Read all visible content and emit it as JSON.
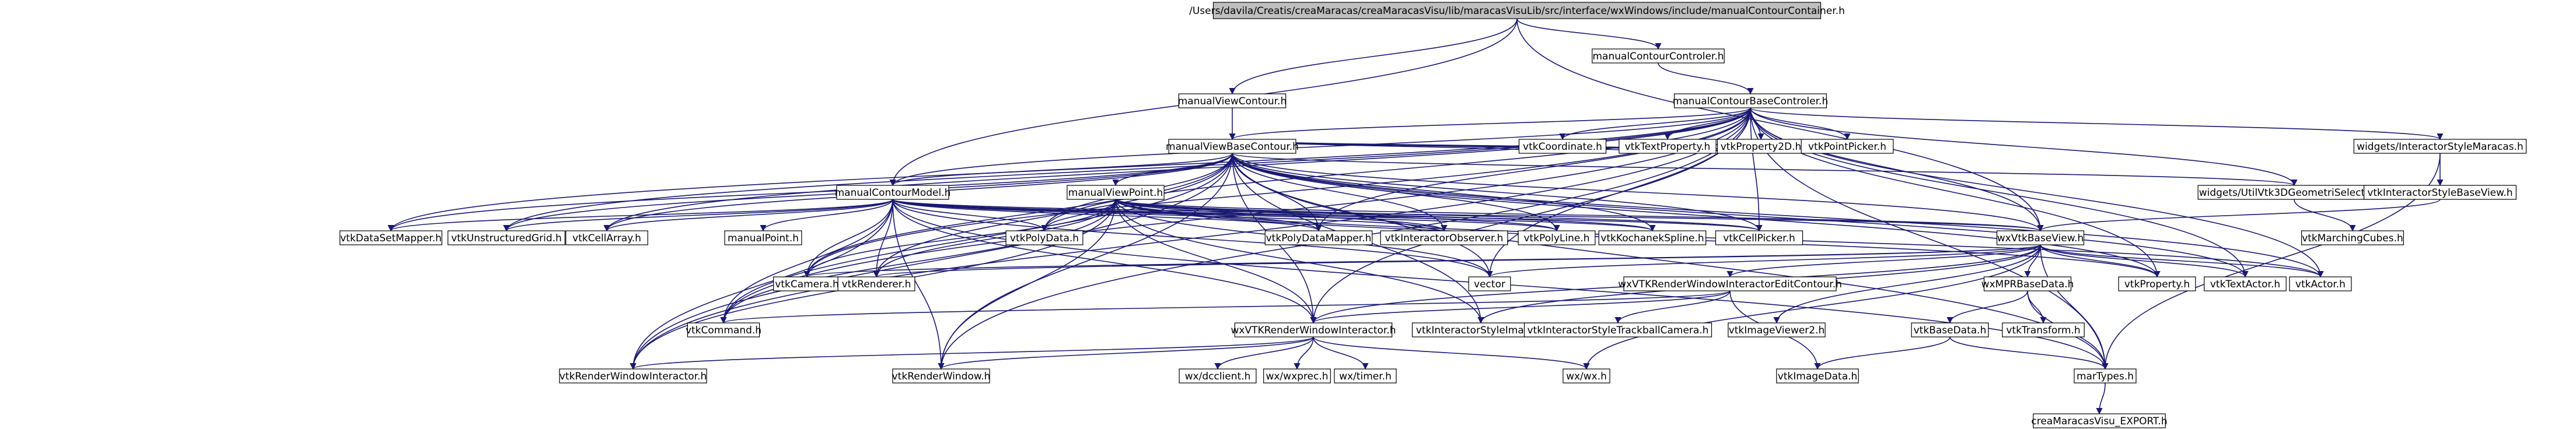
{
  "graph": {
    "nodes": [
      {
        "id": "root",
        "label": "/Users/davila/Creatis/creaMaracas/creaMaracasVisu/lib/maracasVisuLib/src/interface/wxWindows/include/manualContourContainer.h",
        "kind": "root"
      },
      {
        "id": "mvc",
        "label": "manualViewContour.h",
        "kind": "linked"
      },
      {
        "id": "mcc",
        "label": "manualContourControler.h",
        "kind": "linked"
      },
      {
        "id": "mcbc",
        "label": "manualContourBaseControler.h",
        "kind": "linked"
      },
      {
        "id": "mvbc",
        "label": "manualViewBaseContour.h",
        "kind": "linked"
      },
      {
        "id": "wism",
        "label": "widgets/InteractorStyleMaracas.h",
        "kind": "linked"
      },
      {
        "id": "mcm",
        "label": "manualContourModel.h",
        "kind": "linked"
      },
      {
        "id": "mvp",
        "label": "manualViewPoint.h",
        "kind": "linked"
      },
      {
        "id": "wutil",
        "label": "widgets/UtilVtk3DGeometriSelection.h",
        "kind": "linked"
      },
      {
        "id": "visb",
        "label": "vtkInteractorStyleBaseView.h",
        "kind": "linked"
      },
      {
        "id": "wxvbv",
        "label": "wxVtkBaseView.h",
        "kind": "linked"
      },
      {
        "id": "wxrwiec",
        "label": "wxVTKRenderWindowInteractorEditContour.h",
        "kind": "linked"
      },
      {
        "id": "wxmpr",
        "label": "wxMPRBaseData.h",
        "kind": "linked"
      },
      {
        "id": "wxrwi",
        "label": "wxVTKRenderWindowInteractor.h",
        "kind": "linked"
      },
      {
        "id": "vtkbase",
        "label": "vtkBaseData.h",
        "kind": "missing"
      },
      {
        "id": "martypes",
        "label": "marTypes.h",
        "kind": "linked"
      },
      {
        "id": "export",
        "label": "creaMaracasVisu_EXPORT.h",
        "kind": "linked"
      },
      {
        "id": "mpoint",
        "label": "manualPoint.h",
        "kind": "linked"
      },
      {
        "id": "vtkcoord",
        "label": "vtkCoordinate.h",
        "kind": "external"
      },
      {
        "id": "vtktextprop",
        "label": "vtkTextProperty.h",
        "kind": "external"
      },
      {
        "id": "vtkprop2d",
        "label": "vtkProperty2D.h",
        "kind": "external"
      },
      {
        "id": "vtkpointpicker",
        "label": "vtkPointPicker.h",
        "kind": "external"
      },
      {
        "id": "vtkdsm",
        "label": "vtkDataSetMapper.h",
        "kind": "external"
      },
      {
        "id": "vtkug",
        "label": "vtkUnstructuredGrid.h",
        "kind": "external"
      },
      {
        "id": "vtkcellarray",
        "label": "vtkCellArray.h",
        "kind": "external"
      },
      {
        "id": "vtkpolydata",
        "label": "vtkPolyData.h",
        "kind": "external"
      },
      {
        "id": "vtkpdm",
        "label": "vtkPolyDataMapper.h",
        "kind": "external"
      },
      {
        "id": "vtkio",
        "label": "vtkInteractorObserver.h",
        "kind": "external"
      },
      {
        "id": "vtkpolyline",
        "label": "vtkPolyLine.h",
        "kind": "external"
      },
      {
        "id": "vtkks",
        "label": "vtkKochanekSpline.h",
        "kind": "external"
      },
      {
        "id": "vtkcellpicker",
        "label": "vtkCellPicker.h",
        "kind": "external"
      },
      {
        "id": "vtkmc",
        "label": "vtkMarchingCubes.h",
        "kind": "external"
      },
      {
        "id": "vtkcamera",
        "label": "vtkCamera.h",
        "kind": "external"
      },
      {
        "id": "vtkrenderer",
        "label": "vtkRenderer.h",
        "kind": "external"
      },
      {
        "id": "vector",
        "label": "vector",
        "kind": "external"
      },
      {
        "id": "vtkprop",
        "label": "vtkProperty.h",
        "kind": "external"
      },
      {
        "id": "vtktextactor",
        "label": "vtkTextActor.h",
        "kind": "external"
      },
      {
        "id": "vtkactor",
        "label": "vtkActor.h",
        "kind": "external"
      },
      {
        "id": "vtkcommand",
        "label": "vtkCommand.h",
        "kind": "external"
      },
      {
        "id": "vtkisi",
        "label": "vtkInteractorStyleImage.h",
        "kind": "external"
      },
      {
        "id": "vtkistc",
        "label": "vtkInteractorStyleTrackballCamera.h",
        "kind": "external"
      },
      {
        "id": "vtkiv2",
        "label": "vtkImageViewer2.h",
        "kind": "external"
      },
      {
        "id": "vtktransform",
        "label": "vtkTransform.h",
        "kind": "external"
      },
      {
        "id": "vtkrwi",
        "label": "vtkRenderWindowInteractor.h",
        "kind": "external"
      },
      {
        "id": "vtkrw",
        "label": "vtkRenderWindow.h",
        "kind": "external"
      },
      {
        "id": "wxdc",
        "label": "wx/dcclient.h",
        "kind": "external"
      },
      {
        "id": "wxprec",
        "label": "wx/wxprec.h",
        "kind": "external"
      },
      {
        "id": "wxtimer",
        "label": "wx/timer.h",
        "kind": "external"
      },
      {
        "id": "wxwx",
        "label": "wx/wx.h",
        "kind": "external"
      },
      {
        "id": "vtkimagedata",
        "label": "vtkImageData.h",
        "kind": "external"
      }
    ],
    "edges": [
      [
        "root",
        "mvc"
      ],
      [
        "root",
        "mcc"
      ],
      [
        "root",
        "mcm"
      ],
      [
        "root",
        "wxvbv"
      ],
      [
        "mcc",
        "mcbc"
      ],
      [
        "mvc",
        "mvbc"
      ],
      [
        "mcbc",
        "mvbc"
      ],
      [
        "mcbc",
        "wism"
      ],
      [
        "mcbc",
        "mcm"
      ],
      [
        "mcbc",
        "wxvbv"
      ],
      [
        "mcbc",
        "wutil"
      ],
      [
        "mcbc",
        "vtkcoord"
      ],
      [
        "mcbc",
        "vtktextprop"
      ],
      [
        "mcbc",
        "vtkprop2d"
      ],
      [
        "mcbc",
        "vtkpointpicker"
      ],
      [
        "mcbc",
        "vtkdsm"
      ],
      [
        "mcbc",
        "vtkug"
      ],
      [
        "mcbc",
        "vtkcellarray"
      ],
      [
        "mcbc",
        "vtkpolydata"
      ],
      [
        "mcbc",
        "vtkpdm"
      ],
      [
        "mcbc",
        "vtkcellpicker"
      ],
      [
        "mcbc",
        "vtkcamera"
      ],
      [
        "mcbc",
        "vector"
      ],
      [
        "mcbc",
        "vtkprop"
      ],
      [
        "mcbc",
        "vtktextactor"
      ],
      [
        "mcbc",
        "vtkactor"
      ],
      [
        "mcbc",
        "vtkcommand"
      ],
      [
        "mcbc",
        "vtkrwi"
      ],
      [
        "mcbc",
        "vtkrw"
      ],
      [
        "mcbc",
        "martypes"
      ],
      [
        "mcbc",
        "wxrwi"
      ],
      [
        "mvbc",
        "mcm"
      ],
      [
        "mvbc",
        "mvp"
      ],
      [
        "mvbc",
        "wxvbv"
      ],
      [
        "mvbc",
        "wutil"
      ],
      [
        "mvbc",
        "vtkcoord"
      ],
      [
        "mvbc",
        "vtktextprop"
      ],
      [
        "mvbc",
        "vtkprop2d"
      ],
      [
        "mvbc",
        "vtkpointpicker"
      ],
      [
        "mvbc",
        "vtkdsm"
      ],
      [
        "mvbc",
        "vtkug"
      ],
      [
        "mvbc",
        "vtkcellarray"
      ],
      [
        "mvbc",
        "vtkpolydata"
      ],
      [
        "mvbc",
        "vtkpdm"
      ],
      [
        "mvbc",
        "vtkio"
      ],
      [
        "mvbc",
        "vtkpolyline"
      ],
      [
        "mvbc",
        "vtkks"
      ],
      [
        "mvbc",
        "vtkcellpicker"
      ],
      [
        "mvbc",
        "vtkcamera"
      ],
      [
        "mvbc",
        "vtkrenderer"
      ],
      [
        "mvbc",
        "vector"
      ],
      [
        "mvbc",
        "vtkprop"
      ],
      [
        "mvbc",
        "vtktextactor"
      ],
      [
        "mvbc",
        "vtkactor"
      ],
      [
        "mvbc",
        "vtkcommand"
      ],
      [
        "mvbc",
        "vtkrwi"
      ],
      [
        "mvbc",
        "vtkrw"
      ],
      [
        "mvbc",
        "martypes"
      ],
      [
        "mvbc",
        "wxrwi"
      ],
      [
        "mvbc",
        "vtkisi"
      ],
      [
        "mcm",
        "mpoint"
      ],
      [
        "mcm",
        "vtkdsm"
      ],
      [
        "mcm",
        "vtkug"
      ],
      [
        "mcm",
        "vtkcellarray"
      ],
      [
        "mcm",
        "vtkpolydata"
      ],
      [
        "mcm",
        "vtkpdm"
      ],
      [
        "mcm",
        "vtkio"
      ],
      [
        "mcm",
        "vtkpolyline"
      ],
      [
        "mcm",
        "vtkks"
      ],
      [
        "mcm",
        "vtkcellpicker"
      ],
      [
        "mcm",
        "vtkcamera"
      ],
      [
        "mcm",
        "vtkrenderer"
      ],
      [
        "mcm",
        "vector"
      ],
      [
        "mcm",
        "vtkcommand"
      ],
      [
        "mcm",
        "vtkrwi"
      ],
      [
        "mcm",
        "vtkrw"
      ],
      [
        "mcm",
        "wxvbv"
      ],
      [
        "mcm",
        "martypes"
      ],
      [
        "mcm",
        "wxrwi"
      ],
      [
        "mvp",
        "vtkpolydata"
      ],
      [
        "mvp",
        "vtkpdm"
      ],
      [
        "mvp",
        "vtkio"
      ],
      [
        "mvp",
        "vtkpolyline"
      ],
      [
        "mvp",
        "vtkks"
      ],
      [
        "mvp",
        "vtkcellpicker"
      ],
      [
        "mvp",
        "vtkcamera"
      ],
      [
        "mvp",
        "vtkrenderer"
      ],
      [
        "mvp",
        "vector"
      ],
      [
        "mvp",
        "vtkcommand"
      ],
      [
        "mvp",
        "vtkrwi"
      ],
      [
        "mvp",
        "vtkrw"
      ],
      [
        "mvp",
        "wxvbv"
      ],
      [
        "mvp",
        "vtkisi"
      ],
      [
        "mvp",
        "wxrwi"
      ],
      [
        "mvp",
        "vtkprop"
      ],
      [
        "mvp",
        "vtkactor"
      ],
      [
        "wism",
        "visb"
      ],
      [
        "wism",
        "martypes"
      ],
      [
        "visb",
        "wxvbv"
      ],
      [
        "wutil",
        "vtkmc"
      ],
      [
        "wxvbv",
        "wxmpr"
      ],
      [
        "wxvbv",
        "wxrwiec"
      ],
      [
        "wxvbv",
        "vtkprop"
      ],
      [
        "wxvbv",
        "vtktextactor"
      ],
      [
        "wxvbv",
        "vtkactor"
      ],
      [
        "wxvbv",
        "vector"
      ],
      [
        "wxvbv",
        "vtkcamera"
      ],
      [
        "wxvbv",
        "vtkrenderer"
      ],
      [
        "wxvbv",
        "vtkisi"
      ],
      [
        "wxvbv",
        "vtkiv2"
      ],
      [
        "wxvbv",
        "wxrwi"
      ],
      [
        "wxvbv",
        "martypes"
      ],
      [
        "wxvbv",
        "wxwx"
      ],
      [
        "wxrwiec",
        "wxrwi"
      ],
      [
        "wxrwiec",
        "vtkistc"
      ],
      [
        "wxrwiec",
        "vtkimagedata"
      ],
      [
        "wxrwiec",
        "vtkcommand"
      ],
      [
        "wxmpr",
        "vtkbase"
      ],
      [
        "wxmpr",
        "vtktransform"
      ],
      [
        "wxmpr",
        "martypes"
      ],
      [
        "vtkbase",
        "vtkimagedata"
      ],
      [
        "vtkbase",
        "martypes"
      ],
      [
        "martypes",
        "export"
      ],
      [
        "wxrwi",
        "wxdc"
      ],
      [
        "wxrwi",
        "wxprec"
      ],
      [
        "wxrwi",
        "wxtimer"
      ],
      [
        "wxrwi",
        "wxwx"
      ],
      [
        "wxrwi",
        "vtkrwi"
      ],
      [
        "wxrwi",
        "vtkrw"
      ]
    ]
  },
  "colors": {
    "edge": "#191970",
    "root_fill": "#bfbfbf",
    "linked_fill": "#ffffff",
    "linked_stroke": "#000000",
    "external_fill": "#ffffff",
    "external_stroke": "#bfbfbf",
    "missing_stroke": "#ff0000"
  }
}
